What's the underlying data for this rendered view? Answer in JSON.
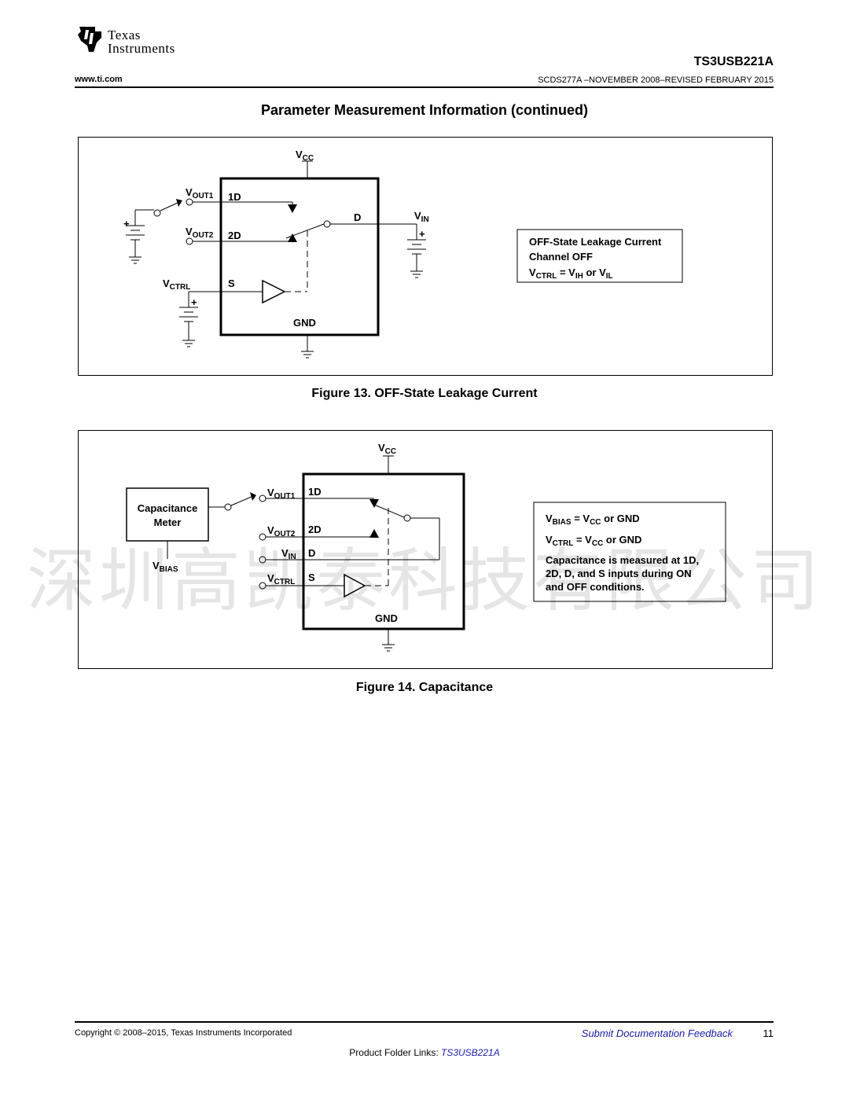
{
  "header": {
    "logo_line1": "Texas",
    "logo_line2": "Instruments",
    "part_number": "TS3USB221A",
    "website": "www.ti.com",
    "doc_id": "SCDS277A –NOVEMBER 2008–REVISED FEBRUARY 2015"
  },
  "section_title": "Parameter Measurement Information (continued)",
  "figure13": {
    "caption": "Figure 13.  OFF-State Leakage Current",
    "labels": {
      "vcc": "V",
      "vcc_sub": "CC",
      "vout1": "V",
      "vout1_sub": "OUT1",
      "vout2": "V",
      "vout2_sub": "OUT2",
      "vctrl": "V",
      "vctrl_sub": "CTRL",
      "vin": "V",
      "vin_sub": "IN",
      "pin_1d": "1D",
      "pin_2d": "2D",
      "pin_d": "D",
      "pin_s": "S",
      "gnd": "GND",
      "plus": "+"
    },
    "note": {
      "line1": "OFF-State Leakage Current",
      "line2": "Channel OFF",
      "line3_v": "V",
      "line3_sub": "CTRL",
      "line3_eq": " = V",
      "line3_sub2": "IH",
      "line3_or": " or V",
      "line3_sub3": "IL"
    }
  },
  "figure14": {
    "caption": "Figure 14.  Capacitance",
    "meter_line1": "Capacitance",
    "meter_line2": "Meter",
    "labels": {
      "vcc": "V",
      "vcc_sub": "CC",
      "vout1": "V",
      "vout1_sub": "OUT1",
      "vout2": "V",
      "vout2_sub": "OUT2",
      "vin": "V",
      "vin_sub": "IN",
      "vctrl": "V",
      "vctrl_sub": "CTRL",
      "vbias": "V",
      "vbias_sub": "BIAS",
      "pin_1d": "1D",
      "pin_2d": "2D",
      "pin_d": "D",
      "pin_s": "S",
      "gnd": "GND"
    },
    "note": {
      "l1_v": "V",
      "l1_sub": "BIAS",
      "l1_eq": " = V",
      "l1_sub2": "CC",
      "l1_end": " or GND",
      "l2_v": "V",
      "l2_sub": "CTRL",
      "l2_eq": " = V",
      "l2_sub2": "CC",
      "l2_end": " or GND",
      "l3": "Capacitance is measured at 1D,",
      "l4": "2D, D, and S inputs during ON",
      "l5": "and OFF conditions."
    }
  },
  "watermark": "深圳高凯泰科技有限公司",
  "footer": {
    "copyright": "Copyright © 2008–2015, Texas Instruments Incorporated",
    "feedback": "Submit Documentation Feedback",
    "page": "11",
    "product_links_label": "Product Folder Links: ",
    "product_links_value": "TS3USB221A"
  }
}
